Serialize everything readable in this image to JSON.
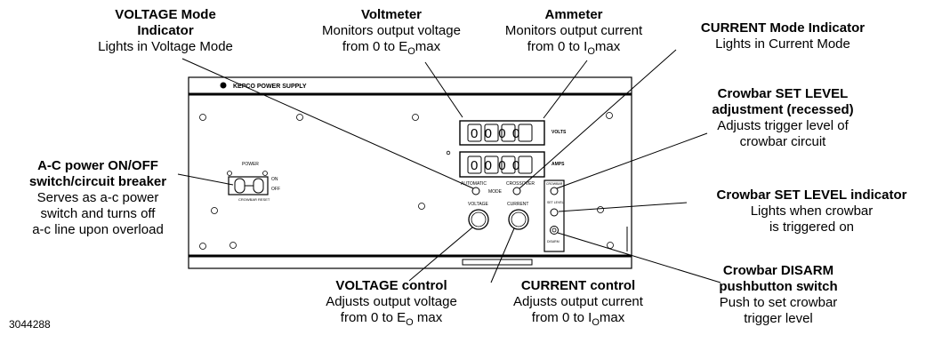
{
  "figure_code": "3044288",
  "panel": {
    "brand": "KEPCO POWER SUPPLY",
    "volts_tag": "VOLTS",
    "amps_tag": "AMPS",
    "voltmeter_digits": "0000",
    "ammeter_digits": "0000",
    "automatic_tag": "AUTOMATIC",
    "crossover_tag": "CROSSOVER",
    "mode_tag": "MODE",
    "voltage_knob_tag": "VOLTAGE",
    "current_knob_tag": "CURRENT",
    "power_tag": "POWER",
    "on_tag": "ON",
    "off_tag": "OFF",
    "crowbar_reset_tag": "CROWBAR RESET",
    "set_level_tag": "SET LEVEL",
    "disarm_tag": "DISARM",
    "crowbar_tag": "CROWBAR"
  },
  "callouts": {
    "voltage_mode": {
      "title_1": "VOLTAGE Mode",
      "title_2": "Indicator",
      "desc_1": "Lights in Voltage Mode"
    },
    "voltmeter": {
      "title": "Voltmeter",
      "desc_1": "Monitors output voltage",
      "desc_2": "from 0 to E",
      "sub": "O",
      "tail": "max"
    },
    "ammeter": {
      "title": "Ammeter",
      "desc_1": "Monitors output current",
      "desc_2": "from 0 to I",
      "sub": "O",
      "tail": "max"
    },
    "current_mode": {
      "title": "CURRENT Mode Indicator",
      "desc_1": "Lights in Current Mode"
    },
    "crowbar_set_adj": {
      "title_1": "Crowbar SET LEVEL",
      "title_2": "adjustment (recessed)",
      "desc_1": "Adjusts trigger level of",
      "desc_2": "crowbar circuit"
    },
    "crowbar_set_ind": {
      "title": "Crowbar SET LEVEL indicator",
      "desc_1": "Lights when crowbar",
      "desc_2": "is triggered on"
    },
    "crowbar_disarm": {
      "title_1": "Crowbar DISARM",
      "title_2": "pushbutton switch",
      "desc_1": "Push to set crowbar",
      "desc_2": "trigger level"
    },
    "ac_power": {
      "title_1": "A-C power ON/OFF",
      "title_2": "switch/circuit breaker",
      "desc_1": "Serves as a-c power",
      "desc_2": "switch and turns off",
      "desc_3": "a-c line upon overload"
    },
    "voltage_control": {
      "title": "VOLTAGE control",
      "desc_1": "Adjusts output voltage",
      "desc_2": "from 0 to E",
      "sub": "O",
      "tail": " max"
    },
    "current_control": {
      "title": "CURRENT control",
      "desc_1": "Adjusts output current",
      "desc_2": "from 0 to I",
      "sub": "O",
      "tail": "max"
    }
  }
}
